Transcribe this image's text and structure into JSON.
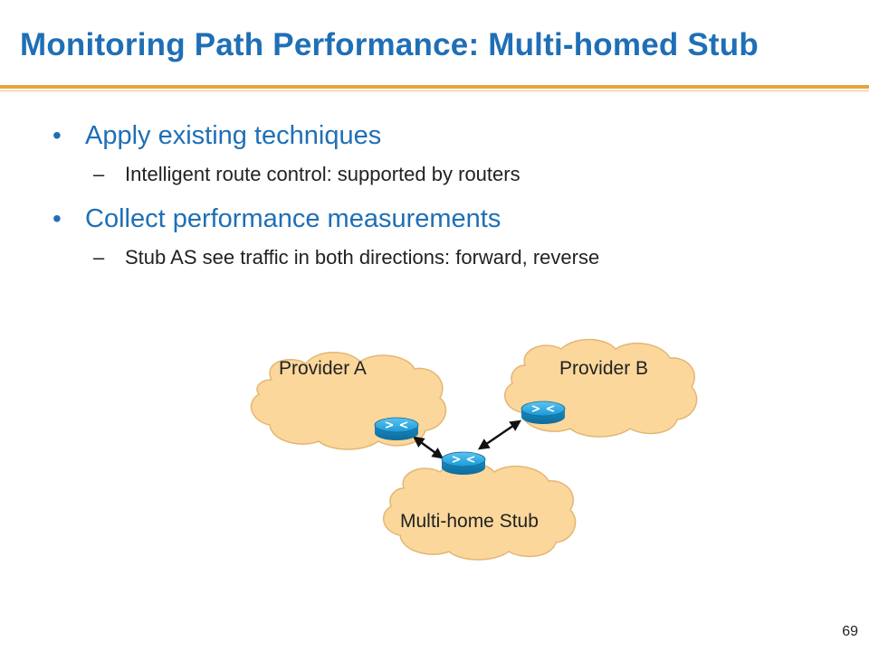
{
  "slide": {
    "title": "Monitoring Path Performance: Multi-homed Stub",
    "page_number": "69",
    "accent_color": "#1f6fb6",
    "rule_color": "#e8a33c"
  },
  "bullets": [
    {
      "text": "Apply existing techniques",
      "sub": "Intelligent route control: supported by routers"
    },
    {
      "text": "Collect performance measurements",
      "sub": "Stub AS see traffic in both directions: forward, reverse"
    }
  ],
  "diagram": {
    "provider_a_label": "Provider A",
    "provider_b_label": "Provider B",
    "stub_label": "Multi-home Stub",
    "cloud_color": "#fbd79b",
    "router_color": "#1a9ad6"
  }
}
